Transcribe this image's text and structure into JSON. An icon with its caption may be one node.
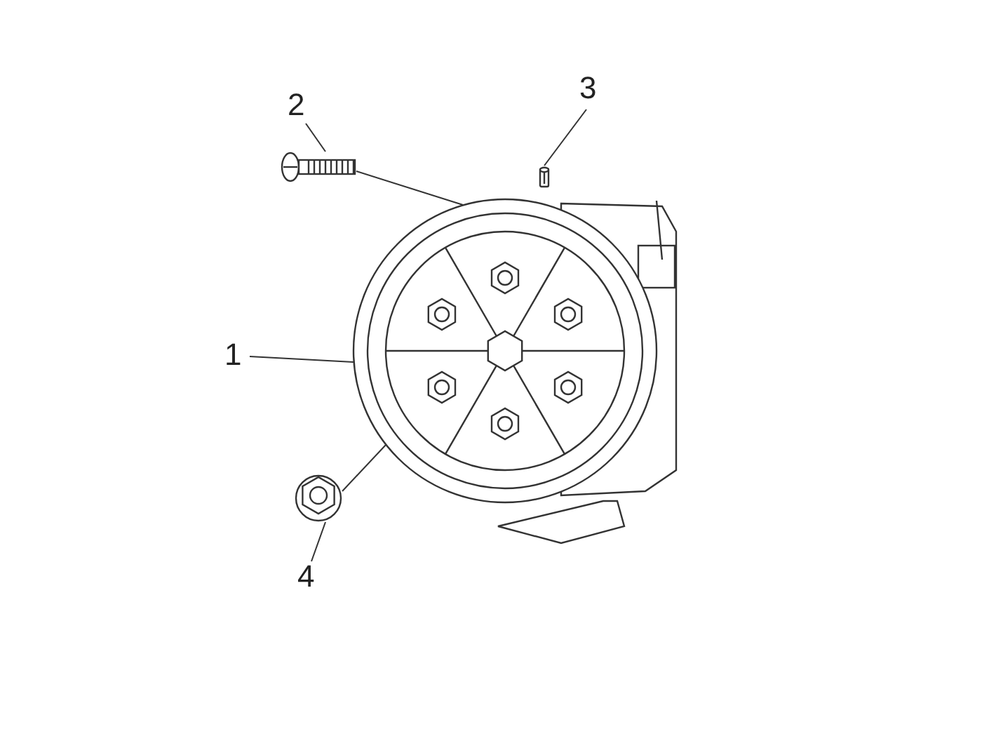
{
  "diagram": {
    "nodes": [
      {
        "text": [
          "1"
        ]
      },
      {
        "text": [],
        "shape": "picture"
      },
      {
        "text": [
          "2"
        ]
      },
      {
        "text": [],
        "shape": "picture"
      },
      {
        "text": [
          "3"
        ]
      },
      {
        "text": [],
        "shape": "cylinder"
      },
      {
        "text": [
          "4"
        ]
      },
      {
        "text": [],
        "shape": "picture"
      }
    ],
    "edges": [
      {
        "from": 0,
        "to": 1,
        "arrow": "none"
      },
      {
        "from": 2,
        "to": 3,
        "arrow": "none"
      },
      {
        "from": 4,
        "to": 5,
        "arrow": "none"
      },
      {
        "from": 6,
        "to": 7,
        "arrow": "none"
      },
      {
        "from": 3,
        "to": 1,
        "arrow": "none"
      },
      {
        "from": 7,
        "to": 1,
        "arrow": "none"
      }
    ]
  }
}
